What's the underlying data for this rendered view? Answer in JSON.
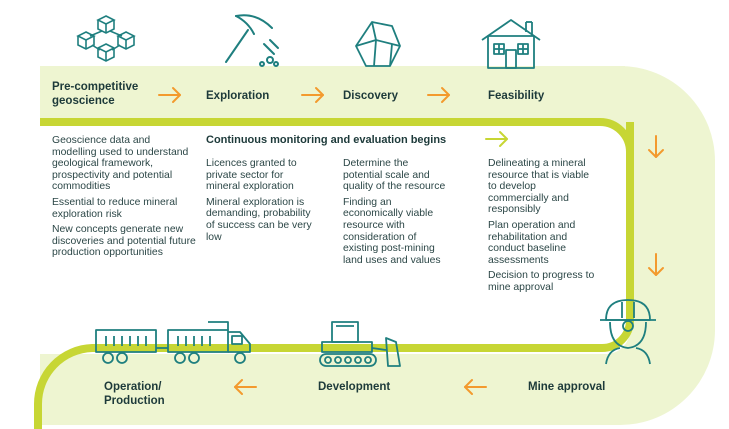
{
  "colors": {
    "band_light": "#eef5d1",
    "band_lime": "#c7d634",
    "arrow_orange": "#f39a2e",
    "icon_teal": "#1f7f7f",
    "text_dark": "#1d3a3a"
  },
  "stages": {
    "pre_competitive": {
      "label": "Pre-competitive\ngeoscience",
      "desc": [
        "Geoscience data and modelling used to understand geological framework, prospectivity and potential commodities",
        "Essential to reduce mineral exploration risk",
        "New concepts generate new discoveries and potential future production opportunities"
      ]
    },
    "exploration": {
      "label": "Exploration",
      "desc": [
        "Licences granted to private sector for mineral exploration",
        "Mineral exploration is demanding, probability of success can be very low"
      ]
    },
    "discovery": {
      "label": "Discovery",
      "desc": [
        "Determine the potential scale and quality of the resource",
        "Finding an economically viable resource with consideration of existing post-mining land uses and values"
      ]
    },
    "feasibility": {
      "label": "Feasibility",
      "desc": [
        "Delineating a mineral resource that is viable to develop commercially and responsibly",
        "Plan operation and rehabilitation and conduct baseline assessments",
        "Decision to progress to mine approval"
      ]
    },
    "mine_approval": {
      "label": "Mine approval"
    },
    "development": {
      "label": "Development"
    },
    "operation": {
      "label": "Operation/\nProduction"
    }
  },
  "monitoring_banner": "Continuous monitoring and evaluation begins",
  "icons": {
    "pre_competitive": "cubes-network-icon",
    "exploration": "pickaxe-icon",
    "discovery": "rock-icon",
    "feasibility": "house-icon",
    "mine_approval": "hardhat-worker-icon",
    "development": "bulldozer-icon",
    "operation": "haul-truck-icon"
  }
}
